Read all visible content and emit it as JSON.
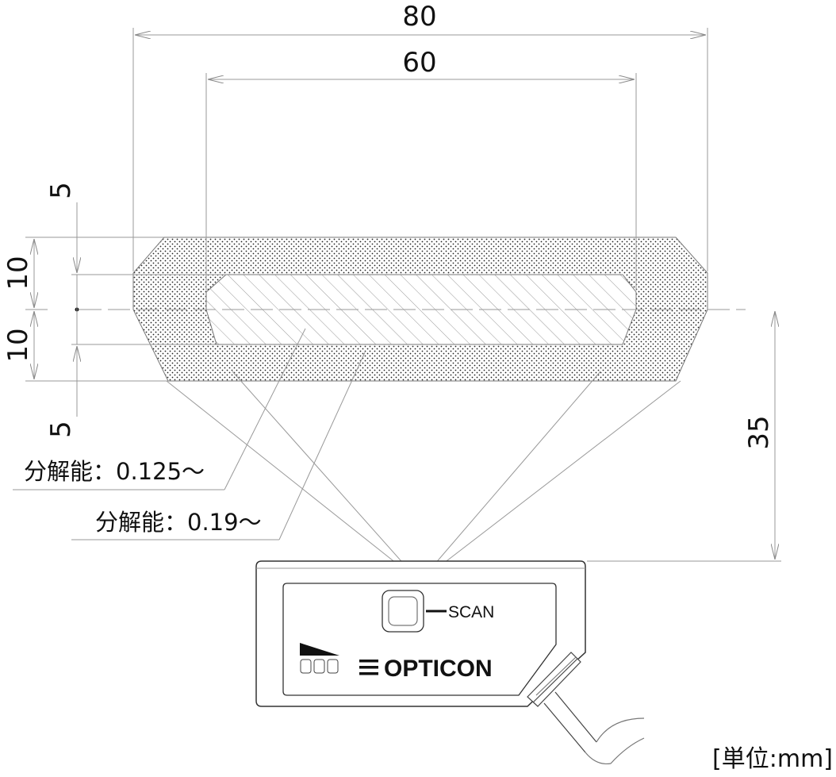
{
  "dimensions": {
    "width_outer": "80",
    "width_inner": "60",
    "top_margin": "5",
    "upper_half": "10",
    "lower_half": "10",
    "bottom_margin": "5",
    "distance": "35"
  },
  "resolutions": {
    "outer": "分解能：0.125～",
    "inner": "分解能：0.19～"
  },
  "device": {
    "brand": "OPTICON",
    "scan_label": "SCAN"
  },
  "unit_label": "[単位:mm]",
  "icons": {
    "brand_logo": "opticon-logo-icon",
    "scan_button": "scan-button-icon",
    "signal_indicator": "signal-strength-icon",
    "led_indicators": "status-led-icon"
  }
}
